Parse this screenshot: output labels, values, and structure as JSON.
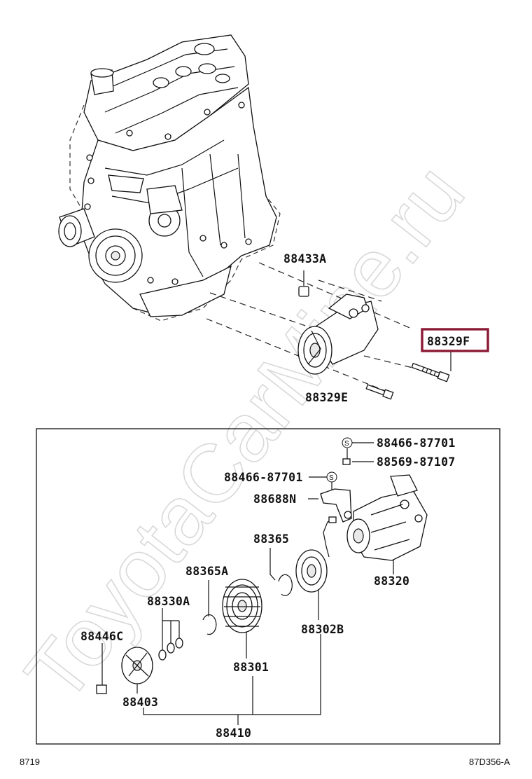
{
  "watermark": "ToyotaCarMine.ru",
  "highlight_color": "#8b1a35",
  "labels": {
    "p88433A": "88433A",
    "p88329F": "88329F",
    "p88329E": "88329E",
    "p88466_top": "88466-87701",
    "p88569": "88569-87107",
    "p88466_mid": "88466-87701",
    "p88688N": "88688N",
    "p88365": "88365",
    "p88320": "88320",
    "p88365A": "88365A",
    "p88330A": "88330A",
    "p88302B": "88302B",
    "p88446C": "88446C",
    "p88301": "88301",
    "p88403": "88403",
    "p88410": "88410",
    "s_top": "S",
    "s_mid": "S"
  },
  "footer": {
    "left": "8719",
    "right": "87D356-A"
  }
}
